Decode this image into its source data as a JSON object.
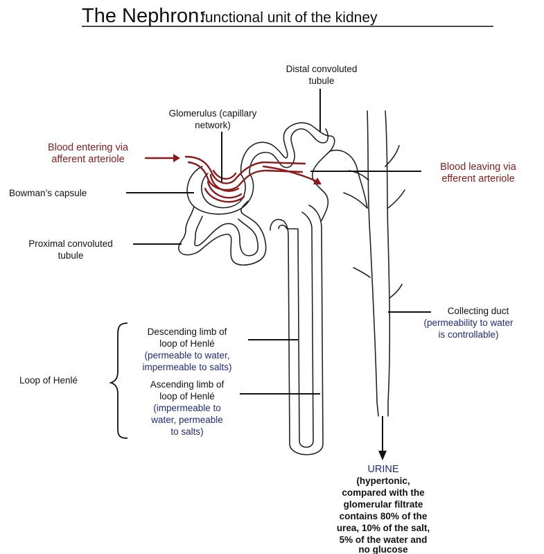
{
  "title": {
    "main": "The Nephron:",
    "sub": "functional unit of the kidney"
  },
  "labels": {
    "distal_1": "Distal convoluted",
    "distal_2": "tubule",
    "glomerulus_1": "Glomerulus (capillary",
    "glomerulus_2": "network)",
    "blood_in_1": "Blood entering via",
    "blood_in_2": "afferent arteriole",
    "blood_out_1": "Blood leaving via",
    "blood_out_2": "efferent arteriole",
    "bowman": "Bowman’s capsule",
    "proximal_1": "Proximal convoluted",
    "proximal_2": "tubule",
    "collecting_1": "Collecting duct",
    "collecting_2": "(permeability to water",
    "collecting_3": "is controllable)",
    "descending_1": "Descending limb of",
    "descending_2": "loop of Henlé",
    "descending_3": "(permeable to water,",
    "descending_4": "impermeable to salts)",
    "loop": "Loop of Henlé",
    "ascending_1": "Ascending limb of",
    "ascending_2": "loop of Henlé",
    "ascending_3": "(impermeable to",
    "ascending_4": "water, permeable",
    "ascending_5": "to salts)",
    "urine_title": "URINE",
    "urine_1": "(hypertonic,",
    "urine_2": "compared with the",
    "urine_3": "glomerular filtrate",
    "urine_4": "contains 80% of the",
    "urine_5": "urea, 10% of the salt,",
    "urine_6": "5% of the water and",
    "urine_7": "no glucose"
  },
  "colors": {
    "blood": "#8b1a1a",
    "permeability_text": "#1f2a7a",
    "outline": "#222222"
  }
}
